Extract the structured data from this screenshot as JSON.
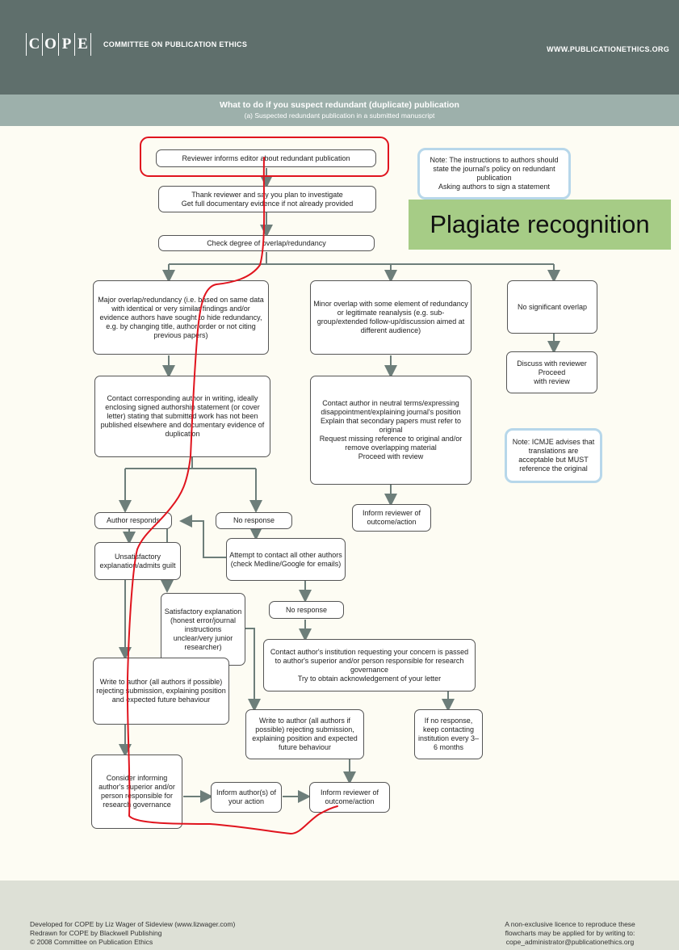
{
  "header": {
    "logo_letters": [
      "C",
      "O",
      "P",
      "E"
    ],
    "org_name": "COMMITTEE ON PUBLICATION ETHICS",
    "website": "WWW.PUBLICATIONETHICS.ORG"
  },
  "title": {
    "main": "What to do if you suspect redundant (duplicate) publication",
    "sub": "(a)  Suspected redundant publication in a submitted manuscript"
  },
  "annotation": {
    "label": "Plagiate recognition",
    "highlight_color": "#a6cc86",
    "pen_color": "#e0141e"
  },
  "nodes": {
    "reviewer_informs": "Reviewer informs editor about redundant publication",
    "thank_reviewer": "Thank reviewer and say you plan to investigate\nGet full documentary evidence if not already provided",
    "check_degree": "Check degree of overlap/redundancy",
    "major_overlap": "Major overlap/redundancy (i.e. based on same data with identical or very similar findings and/or evidence authors have sought to hide redundancy, e.g. by changing title, author order or not citing previous papers)",
    "minor_overlap": "Minor overlap with some element of redundancy or legitimate reanalysis (e.g. sub-group/extended follow-up/discussion aimed at different audience)",
    "no_significant": "No significant overlap",
    "discuss_reviewer": "Discuss with reviewer\nProceed\nwith review",
    "contact_corresponding": "Contact corresponding author in writing, ideally enclosing signed authorship statement (or cover letter) stating that submitted work has not been published elsewhere and documentary evidence of duplication",
    "contact_neutral": "Contact author in neutral terms/expressing disappointment/explaining journal's position\nExplain that secondary papers must refer to original\nRequest missing reference to original and/or remove overlapping material\nProceed with review",
    "author_responds": "Author responds",
    "no_response_1": "No response",
    "inform_reviewer_1": "Inform reviewer of outcome/action",
    "unsatisfactory": "Unsatisfactory explanation/admits guilt",
    "attempt_contact": "Attempt to contact all other authors (check Medline/Google for emails)",
    "satisfactory": "Satisfactory explanation (honest error/journal instructions unclear/very junior researcher)",
    "no_response_2": "No response",
    "contact_institution": "Contact author's institution requesting your concern is passed to author's superior and/or person responsible for research governance\nTry to obtain acknowledgement of your letter",
    "write_reject": "Write to author (all authors if possible) rejecting submission, explaining position and expected future behaviour",
    "write_explain": "Write to author (all authors if possible) rejecting submission, explaining position and expected future behaviour",
    "keep_contacting": "If no response, keep contacting institution every 3–6 months",
    "consider_informing": "Consider informing author's superior and/or person responsible for research governance",
    "inform_authors": "Inform author(s) of your action",
    "inform_reviewer_2": "Inform reviewer of outcome/action"
  },
  "notes": {
    "policy": "Note:  The instructions to authors should state the journal's policy on redundant publication\nAsking authors to sign a statement",
    "icmje": "Note:  ICMJE advises that translations are acceptable but MUST reference the original"
  },
  "footer": {
    "left": [
      "Developed for COPE by Liz Wager of Sideview (www.lizwager.com)",
      "Redrawn for COPE by Blackwell Publishing",
      "© 2008 Committee on Publication Ethics"
    ],
    "right": [
      "A non-exclusive licence to reproduce these",
      "flowcharts may be applied for by writing to:",
      "cope_administrator@publicationethics.org"
    ]
  }
}
